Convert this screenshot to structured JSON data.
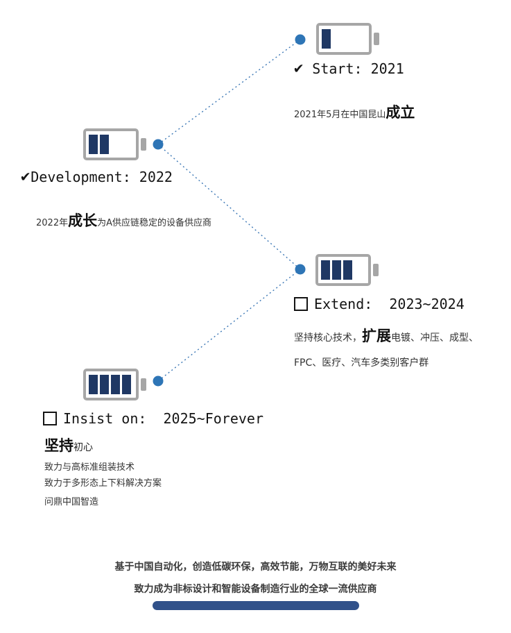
{
  "colors": {
    "accent_blue": "#2e75b6",
    "connector_blue": "#3b77b5",
    "battery_bar_navy": "#1f3864",
    "battery_outline_gray": "#a6a6a6",
    "footer_bar_navy": "#31518a"
  },
  "milestones": [
    {
      "id": "start",
      "marker": "✔",
      "title": " Start: 2021",
      "battery_bars": 1,
      "desc_prefix": "2021年5月在中国昆山",
      "desc_em": "成立",
      "desc_suffix": ""
    },
    {
      "id": "development",
      "marker": "✔",
      "title": "Development: 2022",
      "battery_bars": 2,
      "desc_prefix": "2022年",
      "desc_em": "成长",
      "desc_suffix": "为A供应链稳定的设备供应商"
    },
    {
      "id": "extend",
      "title": "Extend:  2023~2024",
      "battery_bars": 3,
      "desc_prefix": "坚持核心技术，",
      "desc_em": "扩展",
      "desc_suffix": "电镀、冲压、成型、FPC、医疗、汽车多类别客户群"
    },
    {
      "id": "insist",
      "title": "Insist on:  2025~Forever",
      "battery_bars": 4,
      "subtitle_em": "坚持",
      "subtitle_rest": "初心",
      "body_lines": [
        "致力与高标准组装技术",
        "致力于多形态上下料解决方案",
        "问鼎中国智造"
      ]
    }
  ],
  "footer": {
    "line1": "基于中国自动化，创造低碳环保，高效节能，万物互联的美好未来",
    "line2": "致力成为非标设计和智能设备制造行业的全球一流供应商"
  }
}
